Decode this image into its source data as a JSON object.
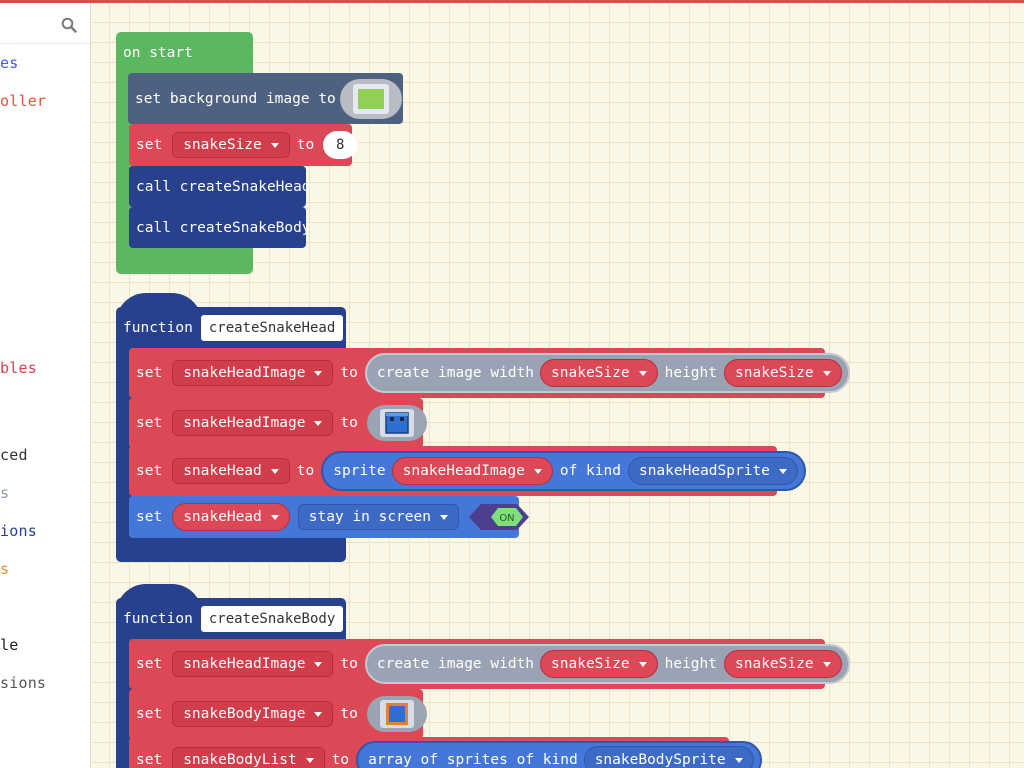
{
  "toolbox": {
    "search_icon": "search-icon",
    "categories": [
      {
        "label": "es",
        "color": "#3b5fe0"
      },
      {
        "label": "oller",
        "color": "#e0553b"
      },
      {
        "label": "bles",
        "color": "#d6404d"
      },
      {
        "label": "ced",
        "color": "#333333"
      },
      {
        "label": "s",
        "color": "#8a94a8"
      },
      {
        "label": "ions",
        "color": "#27418c"
      },
      {
        "label": "s",
        "color": "#ef8a1c"
      },
      {
        "label": "le",
        "color": "#1f1f1f"
      },
      {
        "label": "sions",
        "color": "#555555"
      }
    ]
  },
  "on_start": {
    "header": "on start",
    "set_bg": {
      "text": "set background image to"
    },
    "set_size": {
      "set": "set",
      "var": "snakeSize",
      "to": "to",
      "value": "8"
    },
    "call_head": "call createSnakeHead",
    "call_body": "call createSnakeBody"
  },
  "fn_head": {
    "keyword": "function",
    "name": "createSnakeHead",
    "row1": {
      "set": "set",
      "var": "snakeHeadImage",
      "to": "to",
      "create": "create image width",
      "w": "snakeSize",
      "height": "height",
      "h": "snakeSize"
    },
    "row2": {
      "set": "set",
      "var": "snakeHeadImage",
      "to": "to"
    },
    "row3": {
      "set": "set",
      "var": "snakeHead",
      "to": "to",
      "sprite": "sprite",
      "img": "snakeHeadImage",
      "ofkind": "of kind",
      "kind": "snakeHeadSprite"
    },
    "row4": {
      "set": "set",
      "var": "snakeHead",
      "prop": "stay in screen",
      "toggle": "ON"
    }
  },
  "fn_body": {
    "keyword": "function",
    "name": "createSnakeBody",
    "row1": {
      "set": "set",
      "var": "snakeHeadImage",
      "to": "to",
      "create": "create image width",
      "w": "snakeSize",
      "height": "height",
      "h": "snakeSize"
    },
    "row2": {
      "set": "set",
      "var": "snakeBodyImage",
      "to": "to"
    },
    "row3": {
      "set": "set",
      "var": "snakeBodyList",
      "to": "to",
      "array": "array of sprites of kind",
      "kind": "snakeBodySprite"
    }
  },
  "colors": {
    "variables": "#dc4855",
    "functions": "#27418c",
    "scene": "#4f6180",
    "sprites": "#4477d8",
    "loops": "#5cb860",
    "images": "#a3abb9"
  }
}
